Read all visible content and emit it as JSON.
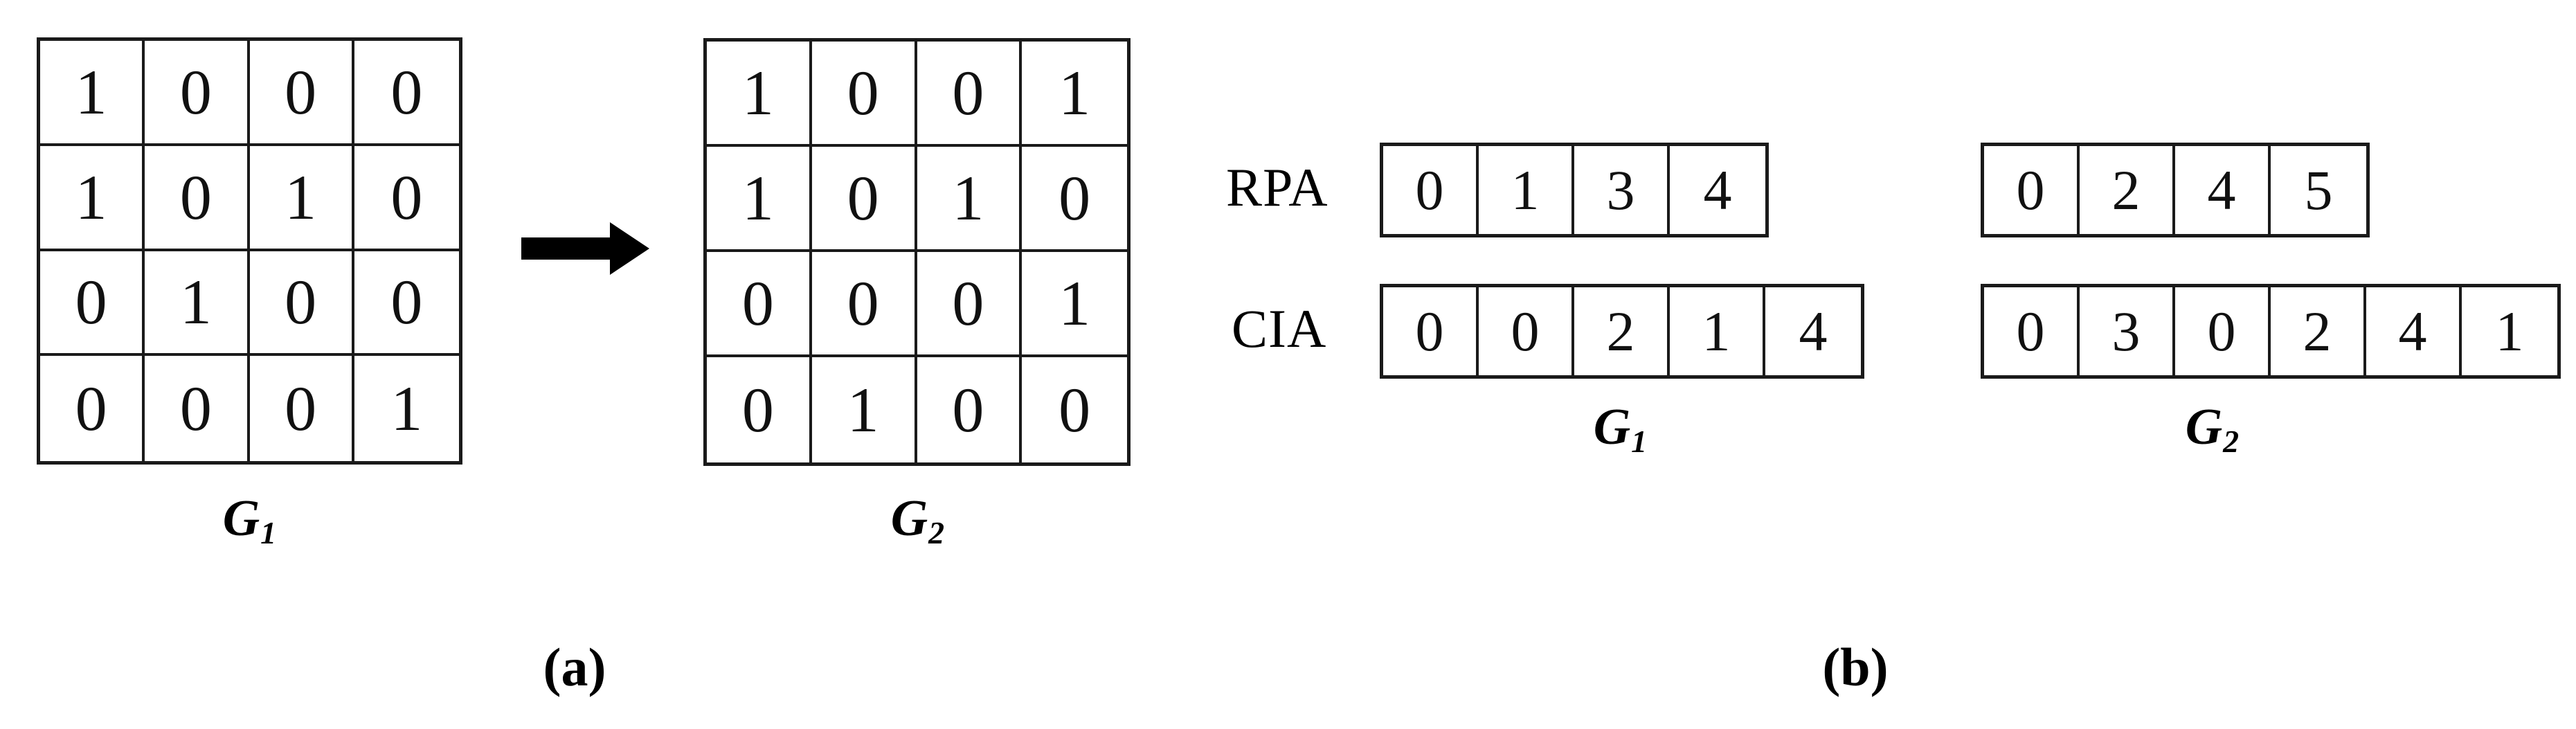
{
  "figure": {
    "panels": [
      {
        "caption": "(a)",
        "description": "binary adjacency matrix transformation"
      },
      {
        "caption": "(b)",
        "description": "compressed row storage arrays"
      }
    ]
  },
  "panel_a": {
    "caption": "(a)",
    "arrow": {
      "icon": "right-arrow-icon",
      "direction": "right"
    },
    "matrices": [
      {
        "id": "g1",
        "label": "G",
        "label_subscript": "1",
        "rows": 4,
        "cols": 4,
        "values": [
          [
            "1",
            "0",
            "0",
            "0"
          ],
          [
            "1",
            "0",
            "1",
            "0"
          ],
          [
            "0",
            "1",
            "0",
            "0"
          ],
          [
            "0",
            "0",
            "0",
            "1"
          ]
        ]
      },
      {
        "id": "g2",
        "label": "G",
        "label_subscript": "2",
        "rows": 4,
        "cols": 4,
        "values": [
          [
            "1",
            "0",
            "0",
            "1"
          ],
          [
            "1",
            "0",
            "1",
            "0"
          ],
          [
            "0",
            "0",
            "0",
            "1"
          ],
          [
            "0",
            "1",
            "0",
            "0"
          ]
        ]
      }
    ]
  },
  "panel_b": {
    "caption": "(b)",
    "row_labels": {
      "rpa": "RPA",
      "cia": "CIA"
    },
    "groups": [
      {
        "id": "g1",
        "label": "G",
        "label_subscript": "1",
        "rpa": [
          "0",
          "1",
          "3",
          "4"
        ],
        "cia": [
          "0",
          "0",
          "2",
          "1",
          "4"
        ]
      },
      {
        "id": "g2",
        "label": "G",
        "label_subscript": "2",
        "rpa": [
          "0",
          "2",
          "4",
          "5"
        ],
        "cia": [
          "0",
          "3",
          "0",
          "2",
          "4",
          "1"
        ]
      }
    ]
  },
  "colors": {
    "background": "#ffffff",
    "stroke": "#1a1a1a",
    "text": "#000000"
  }
}
